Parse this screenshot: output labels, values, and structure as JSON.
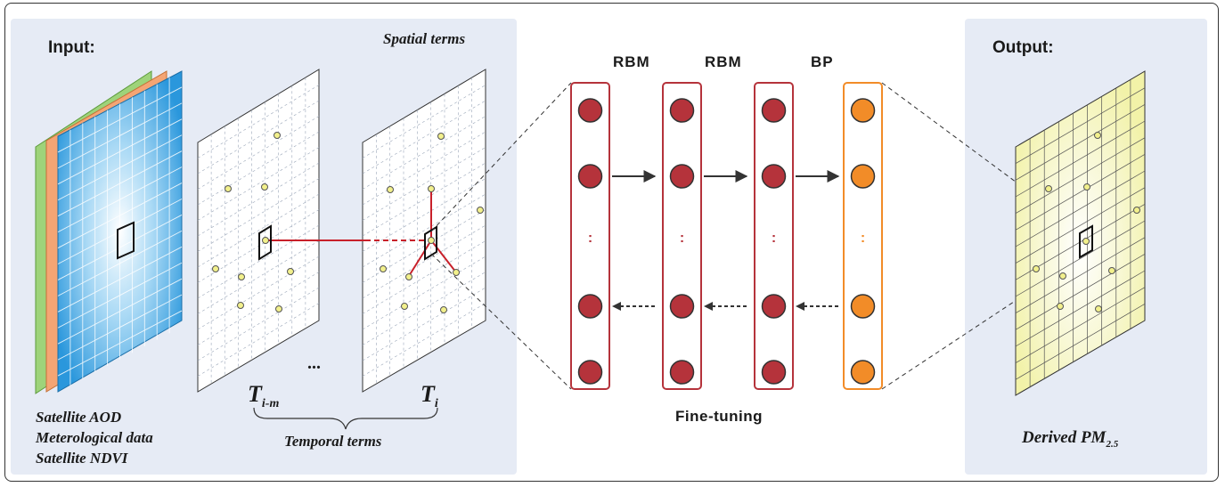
{
  "input": {
    "title": "Input:",
    "legend": [
      "Satellite AOD",
      "Meterological data",
      "Satellite NDVI"
    ]
  },
  "spatial_terms": "Spatial terms",
  "temporal": {
    "label_left": "T",
    "label_left_sub": "i-m",
    "label_right": "T",
    "label_right_sub": "i",
    "ellipsis": "...",
    "caption": "Temporal terms"
  },
  "network": {
    "layers": [
      "RBM",
      "RBM",
      "BP"
    ],
    "fine_tuning": "Fine-tuning",
    "ellipsis": ":"
  },
  "output": {
    "title": "Output:",
    "caption": "Derived PM",
    "caption_sub": "2.5"
  },
  "colors": {
    "panel_bg": "#e6ebf5",
    "rbm": "#b5333b",
    "bp": "#f28c28",
    "aod_layer": "#3aa3de",
    "met_layer": "#f4a574",
    "ndvi_layer": "#9ed37a",
    "output_grid": "#f7f7c8",
    "link_red": "#c8202a",
    "point_yellow": "#f2f08c"
  }
}
